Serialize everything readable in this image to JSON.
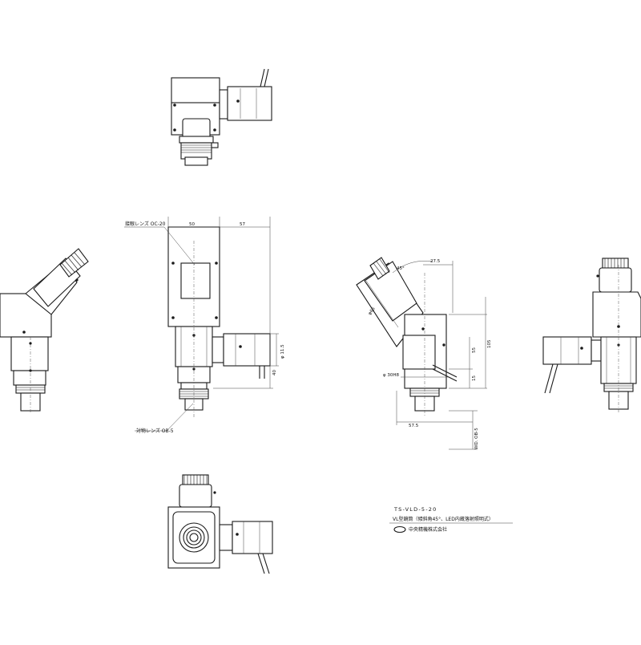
{
  "drawing": {
    "labels": {
      "eyepiece_lens": "接眼レンズ OC-20",
      "objective_lens": "対物レンズ OB-5"
    },
    "dimensions": {
      "front_width": "50",
      "front_offset": "57",
      "lamp_dia": "φ 11.5",
      "lamp_height": "40",
      "side_top": "27.5",
      "tilt_angle": "45°",
      "eyepiece_len": "φ65",
      "height_55": "55",
      "height_105": "105",
      "height_15": "15",
      "body_dia": "φ 30H8",
      "side_bottom": "57.5",
      "objective_len": "WD. OB-5"
    },
    "title_block": {
      "model": "TS-VLD-5-20",
      "description": "VL型鏡筒（傾斜角45°、LED内蔵落射照明式）",
      "company": "中央精機株式会社"
    }
  }
}
